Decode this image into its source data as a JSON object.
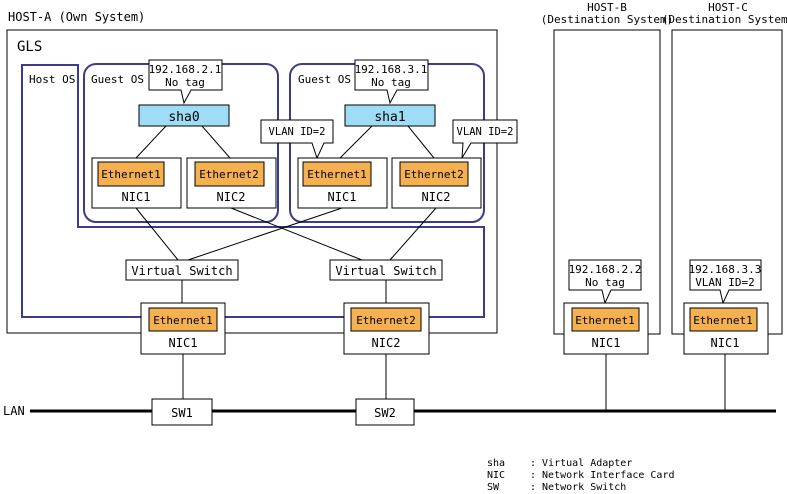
{
  "host_a": {
    "title": "HOST-A (Own System)",
    "gls_label": "GLS",
    "host_os_label": "Host OS"
  },
  "host_b": {
    "name": "HOST-B",
    "subtitle": "(Destination System)"
  },
  "host_c": {
    "name": "HOST-C",
    "subtitle": "(Destination System)"
  },
  "guest_os_label": "Guest OS",
  "guest1": {
    "callout_ip": "192.168.2.1",
    "callout_tag": "No tag",
    "sha": "sha0",
    "eth1": "Ethernet1",
    "eth2": "Ethernet2",
    "nic1": "NIC1",
    "nic2": "NIC2"
  },
  "guest2": {
    "callout_ip": "192.168.3.1",
    "callout_tag": "No tag",
    "sha": "sha1",
    "vlan1": "VLAN ID=2",
    "vlan2": "VLAN ID=2",
    "eth1": "Ethernet1",
    "eth2": "Ethernet2",
    "nic1": "NIC1",
    "nic2": "NIC2"
  },
  "vswitch1": "Virtual Switch",
  "vswitch2": "Virtual Switch",
  "host_nic1": {
    "eth": "Ethernet1",
    "nic": "NIC1"
  },
  "host_nic2": {
    "eth": "Ethernet2",
    "nic": "NIC2"
  },
  "host_b_nic": {
    "callout_ip": "192.168.2.2",
    "callout_tag": "No tag",
    "eth": "Ethernet1",
    "nic": "NIC1"
  },
  "host_c_nic": {
    "callout_ip": "192.168.3.3",
    "callout_tag": "VLAN ID=2",
    "eth": "Ethernet1",
    "nic": "NIC1"
  },
  "sw1": "SW1",
  "sw2": "SW2",
  "lan": "LAN",
  "legend": [
    {
      "term": "sha",
      "desc": ": Virtual Adapter"
    },
    {
      "term": "NIC",
      "desc": ": Network Interface Card"
    },
    {
      "term": "SW",
      "desc": ": Network Switch"
    }
  ],
  "colors": {
    "ethernet": "#f5b04f",
    "sha": "#9fdcf5",
    "os_border": "#3c3c8c"
  }
}
